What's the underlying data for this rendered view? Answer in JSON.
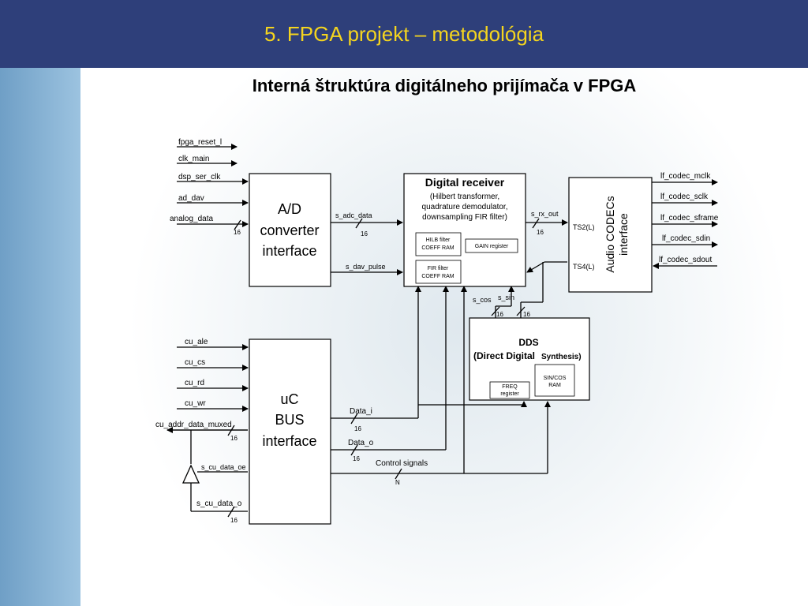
{
  "header": {
    "title": "5. FPGA projekt – metodológia"
  },
  "subtitle": "Interná štruktúra digitálneho prijímača v FPGA",
  "blocks": {
    "adc": [
      "A/D",
      "converter",
      "interface"
    ],
    "receiver": {
      "title": "Digital receiver",
      "desc": [
        "(Hilbert transformer,",
        "quadrature demodulator,",
        "downsampling FIR filter)"
      ],
      "hilb": [
        "HILB filter",
        "COEFF RAM"
      ],
      "gain": "GAIN register",
      "fir": [
        "FIR filter",
        "COEFF RAM"
      ]
    },
    "codec": {
      "label": [
        "Audio CODECs",
        "interface"
      ],
      "ts2": "TS2(L)",
      "ts4": "TS4(L)"
    },
    "dds": {
      "title": "DDS",
      "title2": "(Direct Digital",
      "title3": "Synthesis)",
      "sincos": [
        "SIN/COS",
        "RAM"
      ],
      "freq": [
        "FREQ",
        "register"
      ]
    },
    "uc": [
      "uC",
      "BUS",
      "interface"
    ]
  },
  "signals": {
    "fpga_reset": "fpga_reset_l",
    "clk_main": "clk_main",
    "dsp_ser_clk": "dsp_ser_clk",
    "ad_dav": "ad_dav",
    "analog_data": "analog_data",
    "s_adc_data": "s_adc_data",
    "s_dav_pulse": "s_dav_pulse",
    "s_rx_out": "s_rx_out",
    "s_cos": "s_cos",
    "s_sin": "s_sin",
    "lf_mclk": "lf_codec_mclk",
    "lf_sclk": "lf_codec_sclk",
    "lf_sframe": "lf_codec_sframe",
    "lf_sdin": "lf_codec_sdin",
    "lf_sdout": "lf_codec_sdout",
    "cu_ale": "cu_ale",
    "cu_cs": "cu_cs",
    "cu_rd": "cu_rd",
    "cu_wr": "cu_wr",
    "cu_addr": "cu_addr_data_muxed",
    "s_cu_data_oe": "s_cu_data_oe",
    "s_cu_data_o": "s_cu_data_o",
    "data_i": "Data_i",
    "data_o": "Data_o",
    "control": "Control signals"
  },
  "bus_widths": {
    "w16": "16",
    "wN": "N"
  }
}
